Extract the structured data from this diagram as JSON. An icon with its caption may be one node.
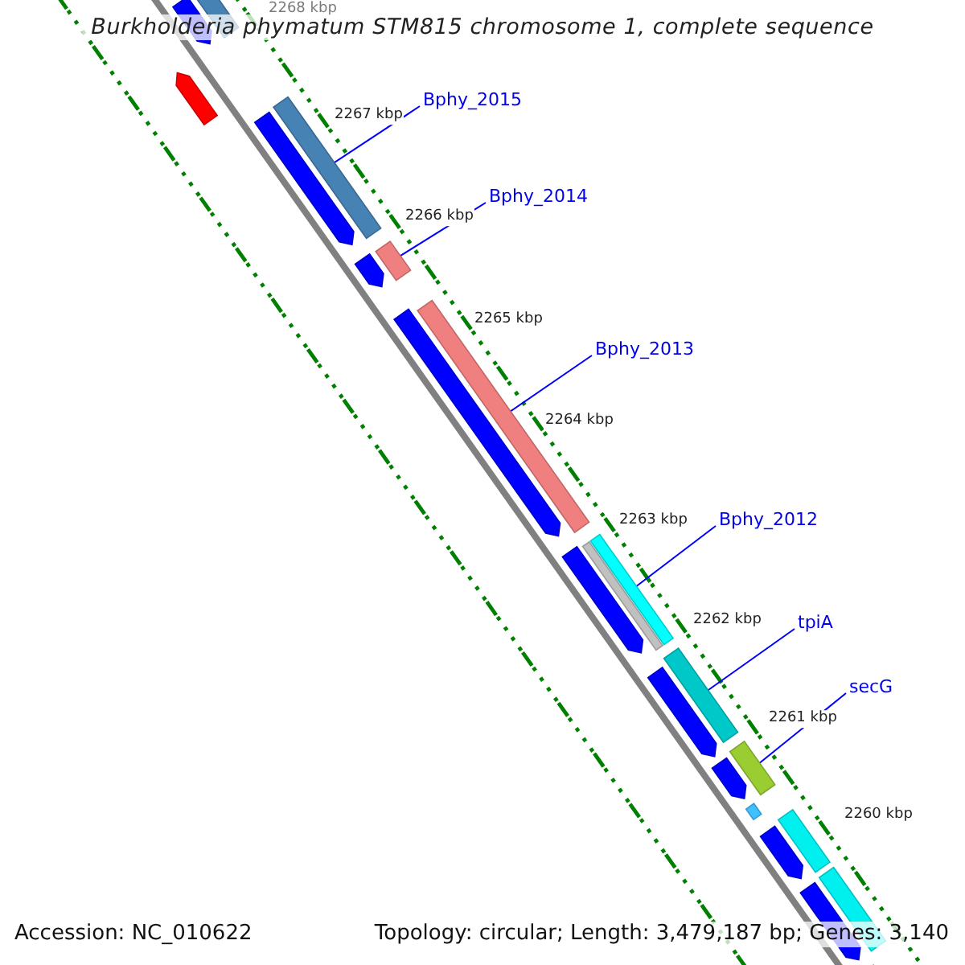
{
  "diagram": {
    "title": "Burkholderia phymatum STM815 chromosome 1, complete sequence",
    "nodes": [
      {
        "text": [
          "Bphy_2015"
        ]
      },
      {
        "text": [],
        "shape": "bar"
      },
      {
        "text": [
          "Bphy_2014"
        ]
      },
      {
        "text": [],
        "shape": "bar"
      },
      {
        "text": [
          "Bphy_2013"
        ]
      },
      {
        "text": [],
        "shape": "bar"
      },
      {
        "text": [
          "Bphy_2012"
        ]
      },
      {
        "text": [],
        "shape": "bar"
      },
      {
        "text": [
          "tpiA"
        ]
      },
      {
        "text": [],
        "shape": "bar"
      },
      {
        "text": [
          "secG"
        ]
      },
      {
        "text": [],
        "shape": "bar"
      },
      {
        "text": [],
        "shape": "bar"
      },
      {
        "text": [],
        "shape": "bar"
      },
      {
        "text": [],
        "shape": "bar"
      },
      {
        "text": [],
        "shape": "bar"
      },
      {
        "text": [],
        "shape": "bar"
      },
      {
        "text": [],
        "shape": "bar"
      },
      {
        "text": [],
        "shape": "bar"
      },
      {
        "text": [],
        "shape": "bar"
      },
      {
        "text": [],
        "shape": "bar"
      },
      {
        "text": [],
        "shape": "bar"
      },
      {
        "text": [],
        "shape": "bar"
      },
      {
        "text": [],
        "shape": "bar"
      },
      {
        "text": [],
        "shape": "bar"
      },
      {
        "text": [],
        "shape": "bar"
      },
      {
        "text": [],
        "shape": "bar"
      },
      {
        "text": [],
        "shape": "bar"
      }
    ],
    "edges": [
      {
        "from": 0,
        "to": 1,
        "arrow": "none"
      },
      {
        "from": 2,
        "to": 3,
        "arrow": "none"
      },
      {
        "from": 4,
        "to": 5,
        "arrow": "none"
      },
      {
        "from": 6,
        "to": 7,
        "arrow": "none"
      },
      {
        "from": 8,
        "to": 9,
        "arrow": "none"
      },
      {
        "from": 10,
        "to": 11,
        "arrow": "none"
      }
    ],
    "labels": [
      "2268 kbp",
      "2267 kbp",
      "2266 kbp",
      "2265 kbp",
      "2264 kbp",
      "2263 kbp",
      "2262 kbp",
      "2261 kbp",
      "2260 kbp",
      "Accession: NC_010622",
      "Topology: circular; Length: 3,479,187 bp; Genes: 3,140"
    ]
  }
}
